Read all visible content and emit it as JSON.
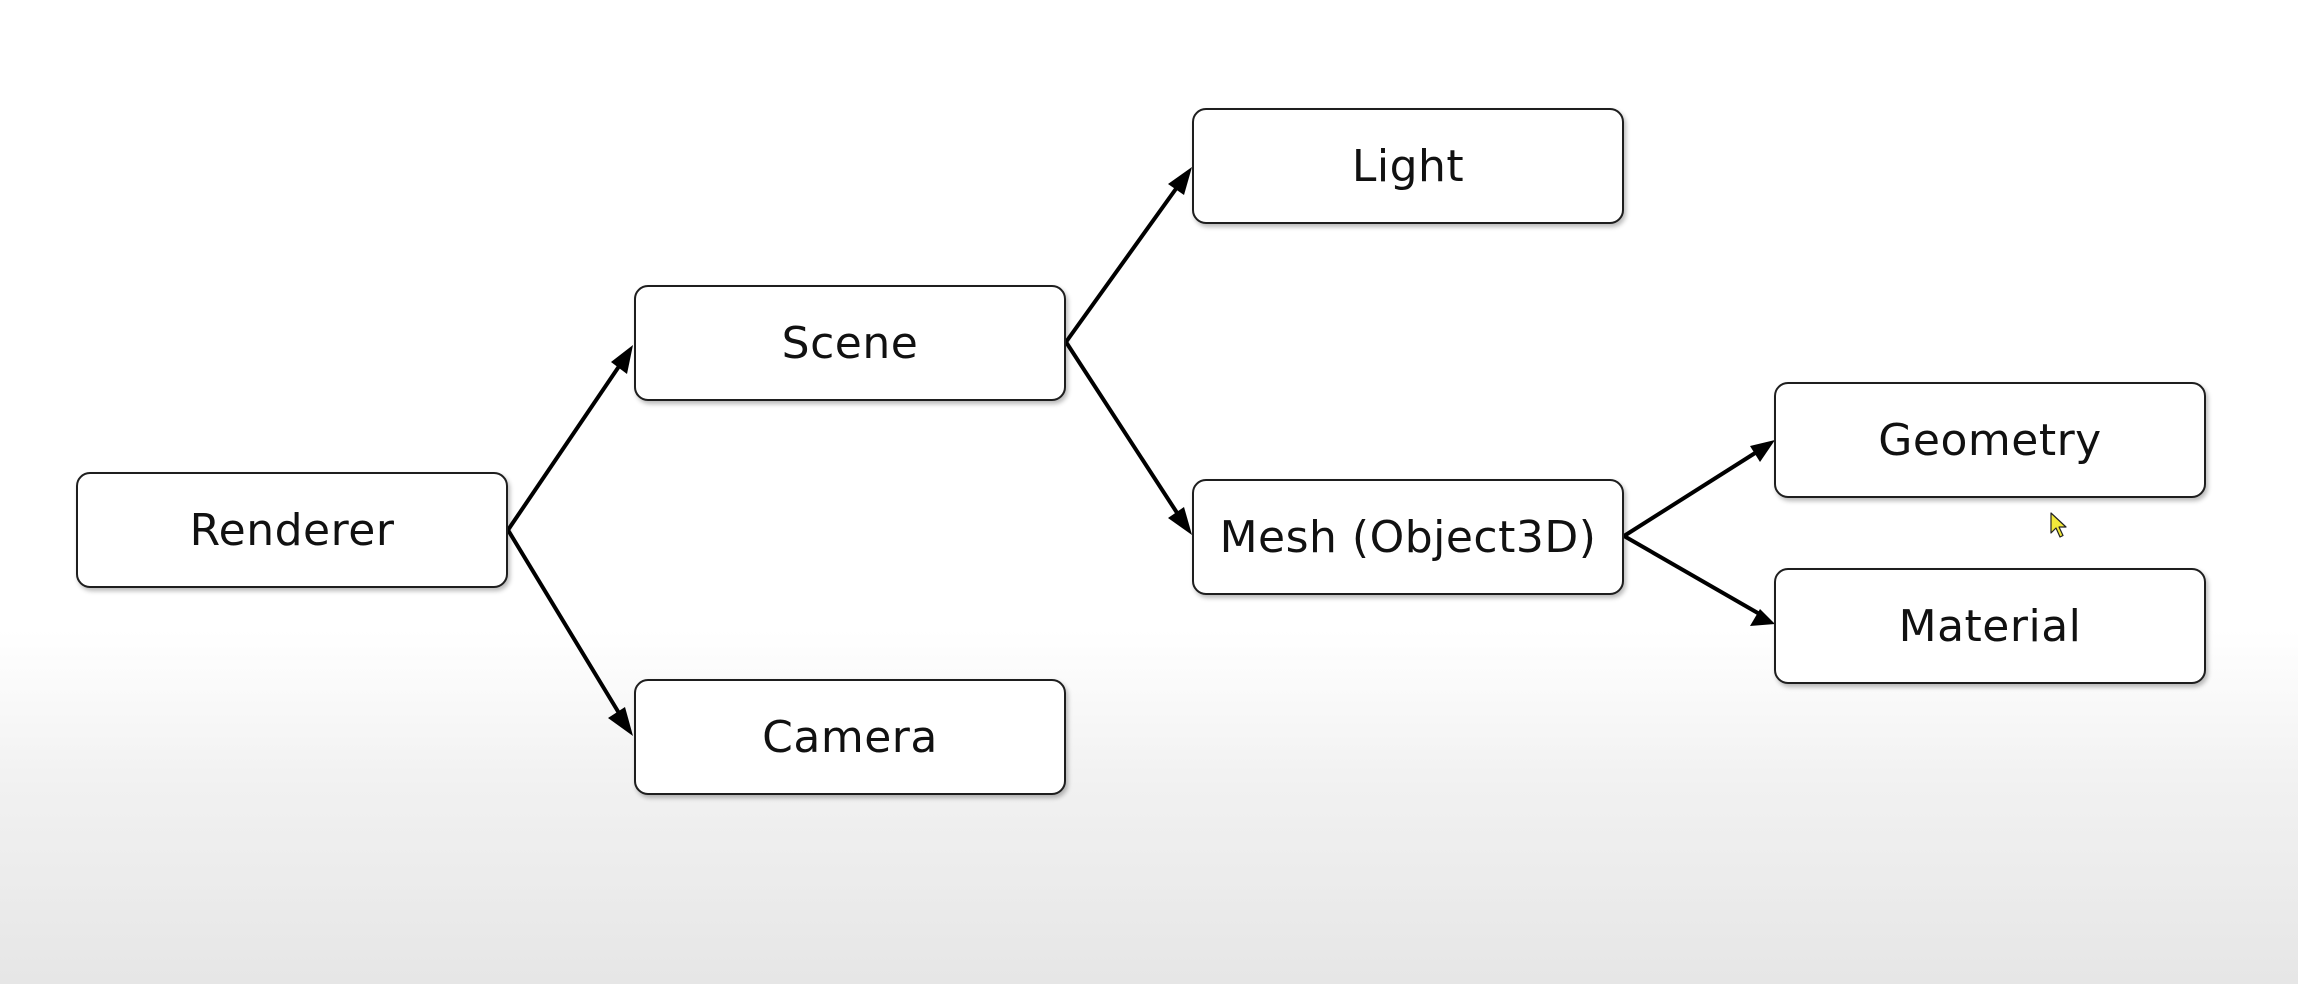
{
  "diagram": {
    "nodes": [
      {
        "id": "renderer",
        "label": "Renderer"
      },
      {
        "id": "scene",
        "label": "Scene"
      },
      {
        "id": "camera",
        "label": "Camera"
      },
      {
        "id": "light",
        "label": "Light"
      },
      {
        "id": "mesh",
        "label": "Mesh (Object3D)"
      },
      {
        "id": "geometry",
        "label": "Geometry"
      },
      {
        "id": "material",
        "label": "Material"
      }
    ],
    "edges": [
      {
        "from": "renderer",
        "to": "scene"
      },
      {
        "from": "renderer",
        "to": "camera"
      },
      {
        "from": "scene",
        "to": "light"
      },
      {
        "from": "scene",
        "to": "mesh"
      },
      {
        "from": "mesh",
        "to": "geometry"
      },
      {
        "from": "mesh",
        "to": "material"
      }
    ]
  },
  "colors": {
    "stroke": "#000000",
    "node_fill": "#ffffff",
    "cursor": "#f2e93a"
  },
  "icons": {
    "cursor": "mouse-pointer-icon"
  }
}
